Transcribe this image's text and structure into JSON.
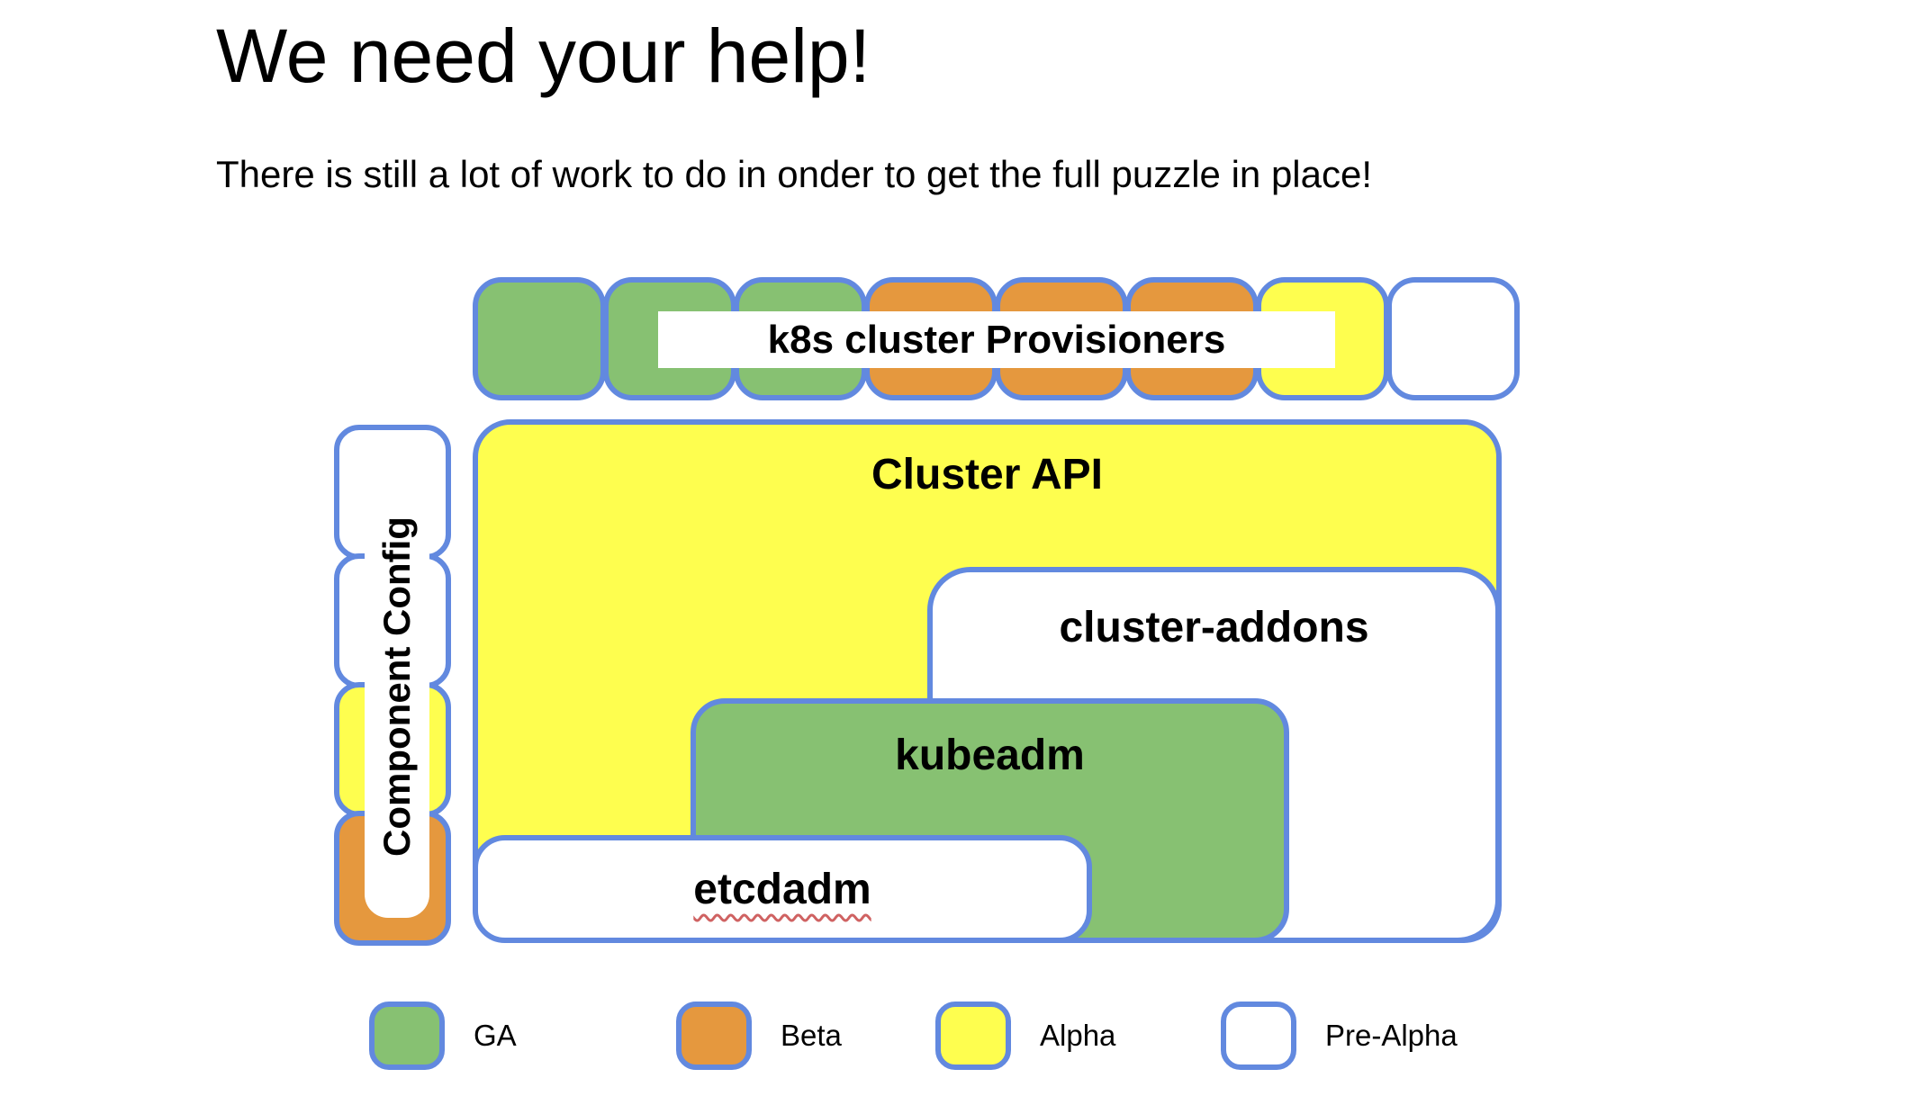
{
  "header": {
    "title": "We need your help!",
    "subtitle": "There is still a lot of work to do in onder to get the full puzzle in place!"
  },
  "colors": {
    "ga": "#87C172",
    "beta": "#E5983E",
    "alpha": "#FEFE4F",
    "prealpha": "#FFFFFF",
    "blue": "#6289DF",
    "squiggle": "#CF6262"
  },
  "puzzle": {
    "top_row": {
      "label": "k8s cluster Provisioners",
      "pieces": [
        "ga",
        "ga",
        "ga",
        "beta",
        "beta",
        "beta",
        "alpha",
        "prealpha"
      ]
    },
    "left_column": {
      "label": "Component Config",
      "pieces": [
        "prealpha",
        "prealpha",
        "alpha",
        "beta"
      ]
    },
    "blocks": [
      {
        "name": "cluster-api",
        "label": "Cluster API",
        "status": "alpha"
      },
      {
        "name": "cluster-addons",
        "label": "cluster-addons",
        "status": "prealpha"
      },
      {
        "name": "kubeadm",
        "label": "kubeadm",
        "status": "ga"
      },
      {
        "name": "etcdadm",
        "label": "etcdadm",
        "status": "prealpha"
      }
    ]
  },
  "legend": [
    {
      "label": "GA",
      "status": "ga"
    },
    {
      "label": "Beta",
      "status": "beta"
    },
    {
      "label": "Alpha",
      "status": "alpha"
    },
    {
      "label": "Pre-Alpha",
      "status": "prealpha"
    }
  ]
}
